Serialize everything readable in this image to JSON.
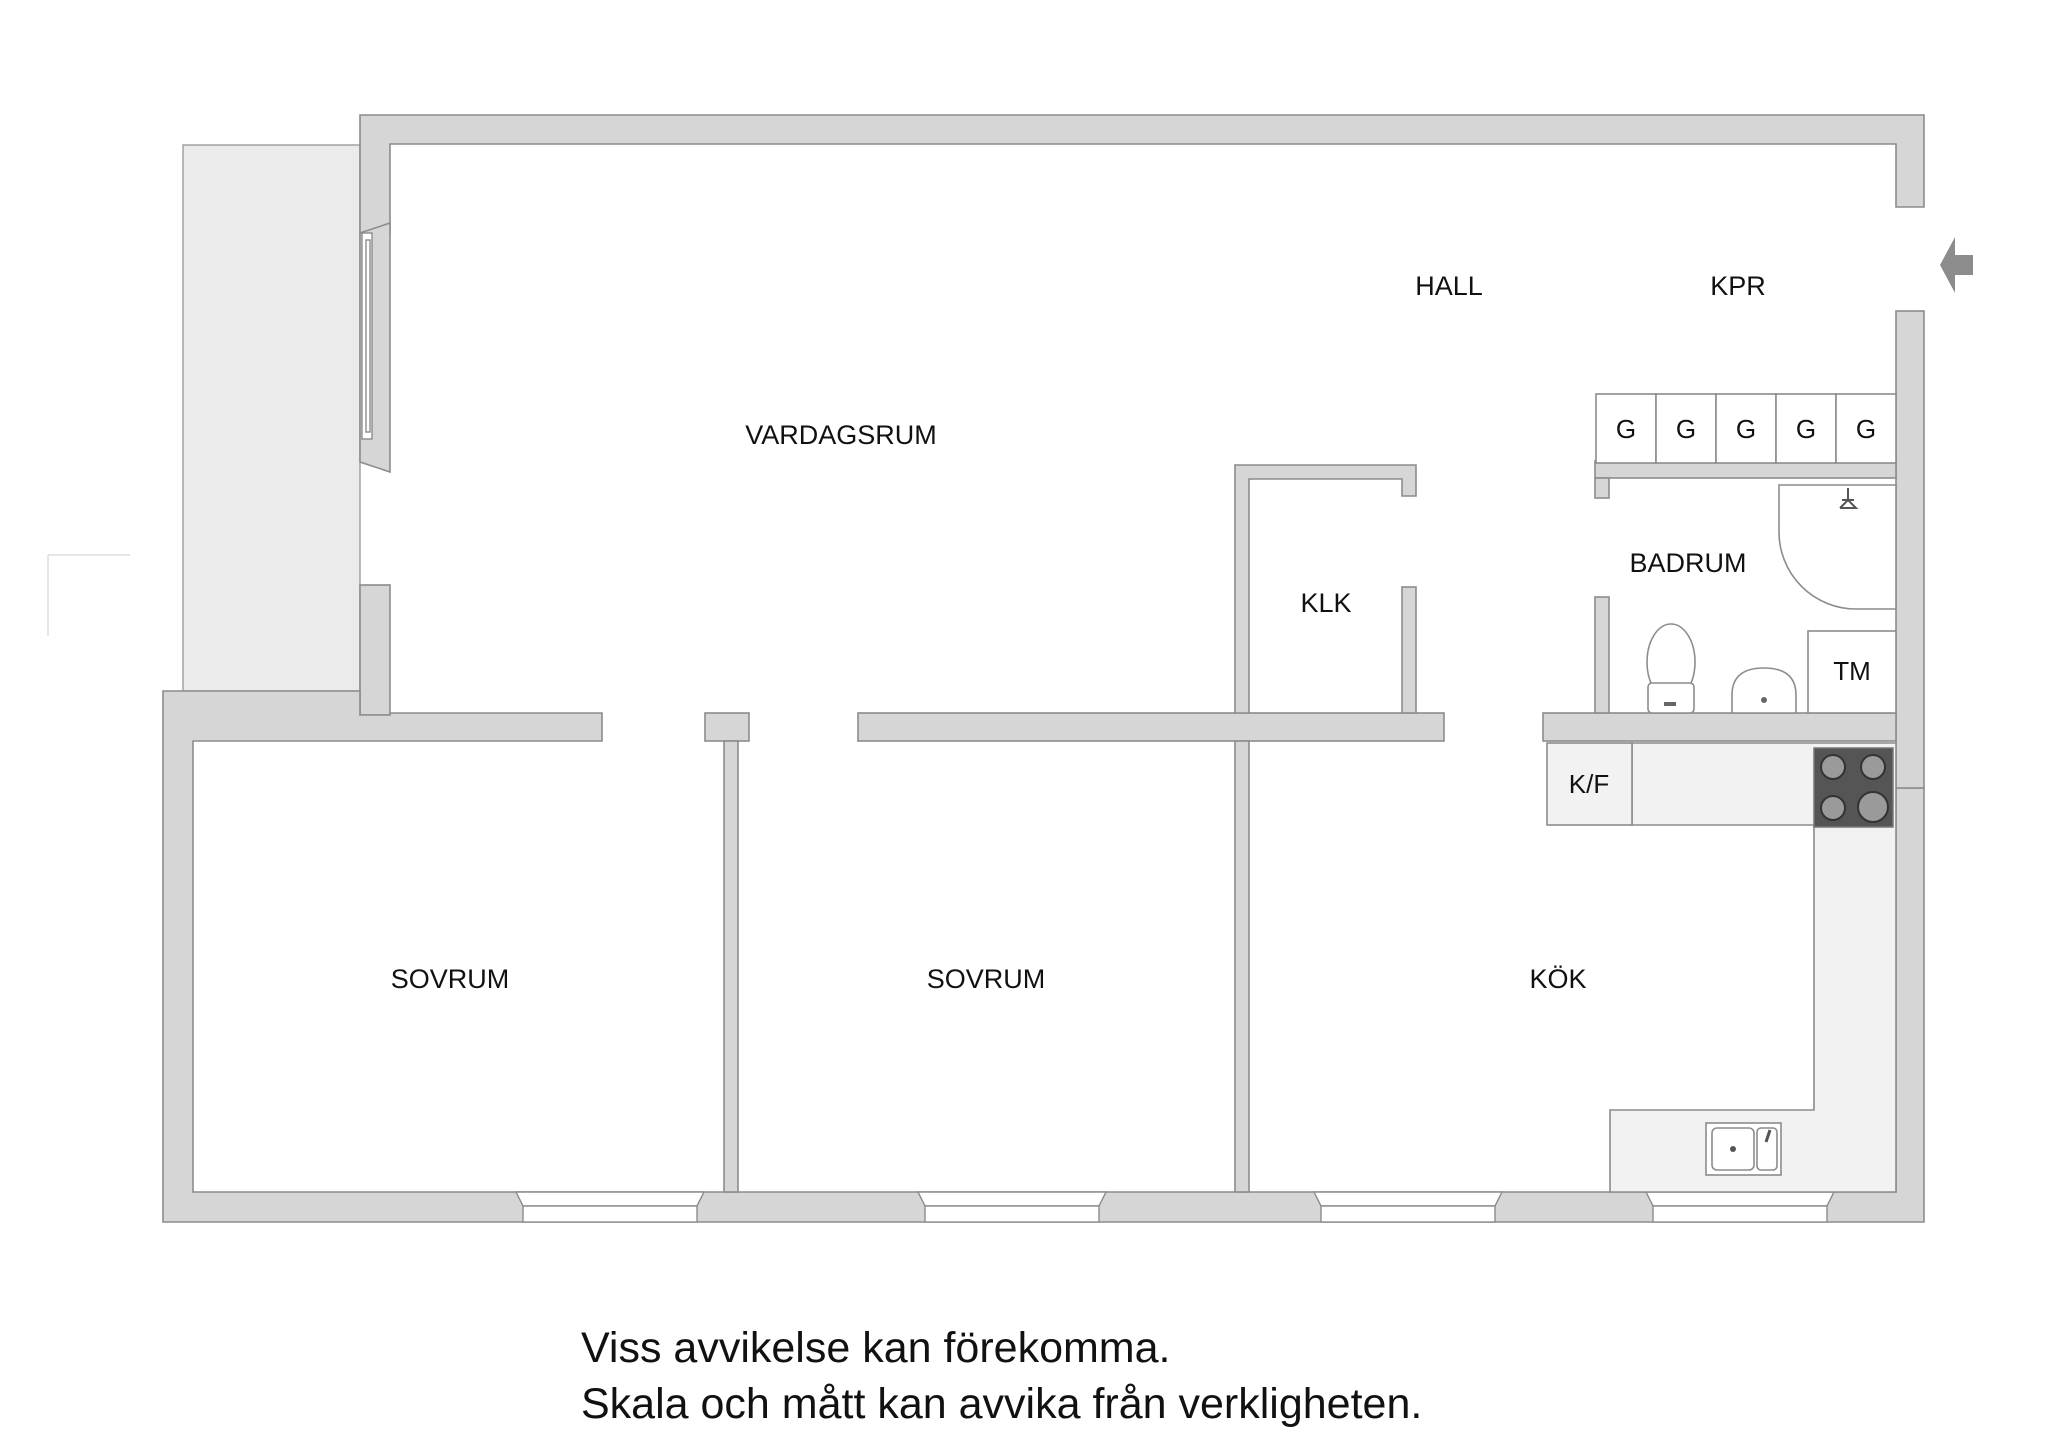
{
  "rooms": {
    "vardagsrum": "VARDAGSRUM",
    "hall": "HALL",
    "kpr": "KPR",
    "klk": "KLK",
    "badrum": "BADRUM",
    "sovrum_1": "SOVRUM",
    "sovrum_2": "SOVRUM",
    "kok": "KÖK"
  },
  "fixtures": {
    "wardrobes": [
      "G",
      "G",
      "G",
      "G",
      "G"
    ],
    "tm": "TM",
    "kf": "K/F"
  },
  "icons": {
    "entrance": "entrance-arrow-icon"
  },
  "disclaimer": {
    "line1": "Viss avvikelse kan förekomma.",
    "line2": "Skala och mått kan avvika från verkligheten."
  }
}
